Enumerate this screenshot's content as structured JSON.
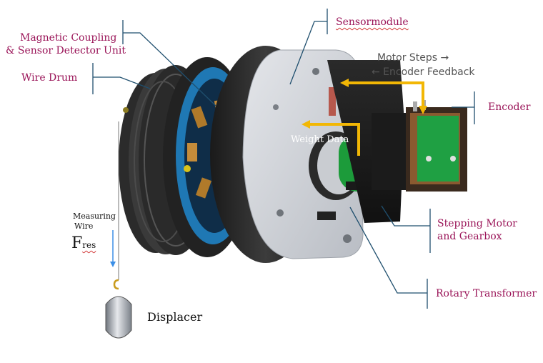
{
  "labels": {
    "magnetic_coupling_line1": "Magnetic Coupling",
    "magnetic_coupling_line2": "& Sensor Detector Unit",
    "wire_drum": "Wire Drum",
    "sensormodule": "Sensormodule",
    "motor_steps": "Motor Steps →",
    "encoder_feedback": "← Encoder Feedback",
    "encoder": "Encoder",
    "weight_data": "Weight Data",
    "measuring_line1": "Measuring",
    "measuring_line2": "Wire",
    "fres_main": "F",
    "fres_sub": "res",
    "stepping_motor_line1": "Stepping Motor",
    "stepping_motor_line2": "and Gearbox",
    "rotary_transformer": "Rotary Transformer",
    "displacer": "Displacer"
  },
  "colors": {
    "label_text": "#9a1458",
    "leader_line": "#1f4f6e",
    "signal_arrow": "#f2b705",
    "force_arrow": "#3a8ee6",
    "pcb_green": "#1c9b3a",
    "ring_blue": "#1f78b4"
  }
}
